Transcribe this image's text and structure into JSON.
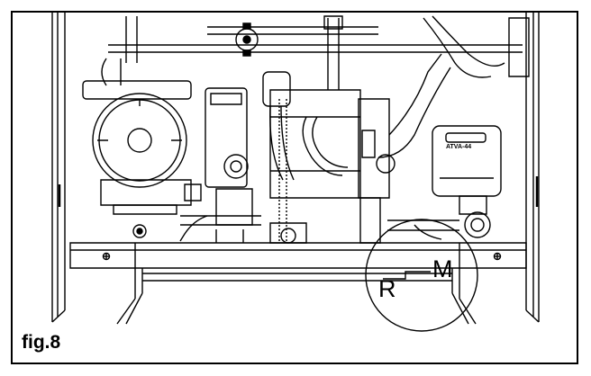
{
  "figure": {
    "caption": "fig.8",
    "callouts": {
      "r": "R",
      "m": "M"
    },
    "valve_label": "ATVA-44",
    "colors": {
      "line": "#000000",
      "background": "#ffffff"
    }
  }
}
